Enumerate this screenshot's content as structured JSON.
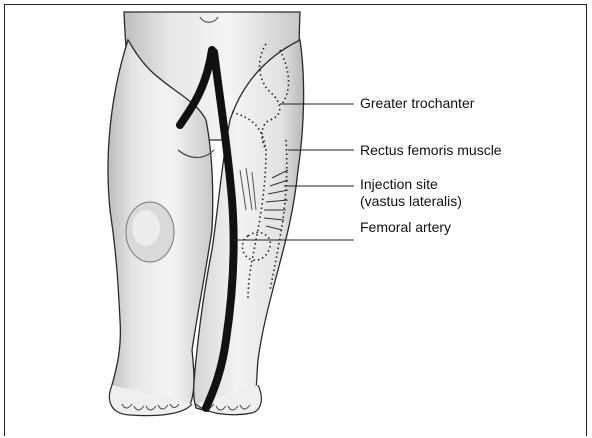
{
  "labels": {
    "greater_trochanter": "Greater trochanter",
    "rectus_femoris": "Rectus femoris muscle",
    "injection_site_line1": "Injection site",
    "injection_site_line2": "(vastus lateralis)",
    "femoral_artery": "Femoral artery"
  },
  "colors": {
    "skin_light": "#f2f2f2",
    "skin_shade": "#cfcfcf",
    "outline": "#2a2a2a",
    "artery": "#111111"
  }
}
